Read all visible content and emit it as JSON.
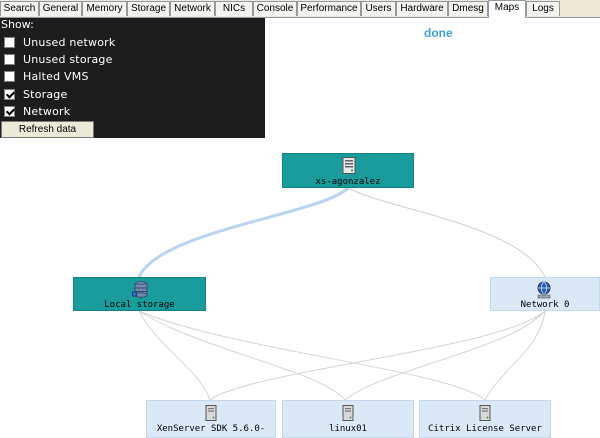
{
  "tabs": [
    {
      "label": "Search",
      "active": false
    },
    {
      "label": "General",
      "active": false
    },
    {
      "label": "Memory",
      "active": false
    },
    {
      "label": "Storage",
      "active": false
    },
    {
      "label": "Network",
      "active": false
    },
    {
      "label": "NICs",
      "active": false
    },
    {
      "label": "Console",
      "active": false
    },
    {
      "label": "Performance",
      "active": false
    },
    {
      "label": "Users",
      "active": false
    },
    {
      "label": "Hardware",
      "active": false
    },
    {
      "label": "Dmesg",
      "active": false
    },
    {
      "label": "Maps",
      "active": true
    },
    {
      "label": "Logs",
      "active": false
    }
  ],
  "show_panel": {
    "title": "Show:",
    "filters": [
      {
        "label": "Unused network",
        "checked": false
      },
      {
        "label": "Unused storage",
        "checked": false
      },
      {
        "label": "Halted VMS",
        "checked": false
      },
      {
        "label": "Storage",
        "checked": true
      },
      {
        "label": "Network",
        "checked": true
      }
    ],
    "refresh_label": "Refresh data"
  },
  "status": "done",
  "map": {
    "host": {
      "label": "xs-agonzalez",
      "icon": "server-icon"
    },
    "storage": {
      "label": "Local storage",
      "icon": "storage-icon"
    },
    "network": {
      "label": "Network 0",
      "icon": "network-icon"
    },
    "vms": [
      {
        "label": "XenServer SDK 5.6.0-",
        "icon": "vm-icon"
      },
      {
        "label": "linux01",
        "icon": "vm-icon"
      },
      {
        "label": "Citrix License Server",
        "icon": "vm-icon"
      }
    ]
  },
  "colors": {
    "selected_node": "#1a9c9c",
    "plain_node": "#dbe9f7",
    "status_text": "#3ea0d6",
    "panel_bg": "#1c1c1c"
  }
}
